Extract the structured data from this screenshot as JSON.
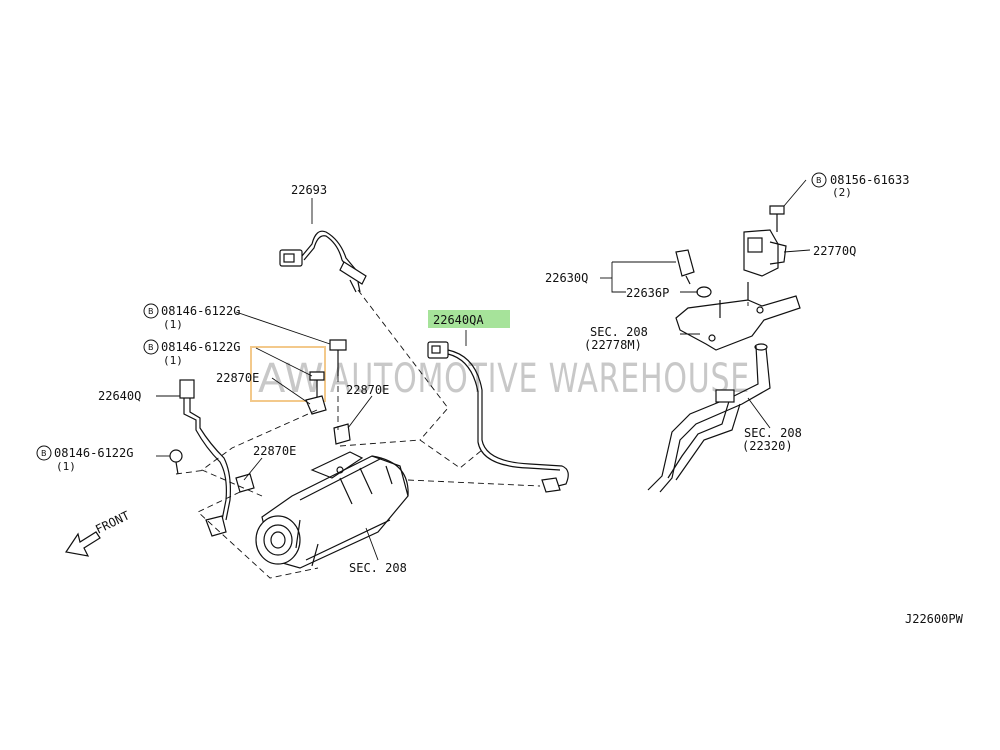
{
  "watermark": {
    "logo_letters": "AW",
    "text": "AUTOMOTIVE WAREHOUSE"
  },
  "labels": {
    "p22693": "22693",
    "p22640QA": "22640QA",
    "bolt_a": "08146-6122G",
    "bolt_a_qty": "(1)",
    "bolt_b": "08146-6122G",
    "bolt_b_qty": "(1)",
    "bolt_c": "08146-6122G",
    "bolt_c_qty": "(1)",
    "bolt_prefix": "B",
    "p22870E_1": "22870E",
    "p22870E_2": "22870E",
    "p22870E_3": "22870E",
    "p22640Q": "22640Q",
    "sec208_main": "SEC. 208",
    "bolt_d": "08156-61633",
    "bolt_d_qty": "(2)",
    "p22770Q": "22770Q",
    "p22630Q": "22630Q",
    "p22636P": "22636P",
    "sec208_bracket": "SEC. 208",
    "sec208_bracket_ref": "(22778M)",
    "sec208_pipe": "SEC. 208",
    "sec208_pipe_ref": "(22320)",
    "front": "FRONT",
    "diagram_code": "J22600PW"
  },
  "colors": {
    "highlight": "#a6e39a",
    "logo_border": "#f3c98b",
    "watermark": "#c8c8c8",
    "line": "#111111"
  }
}
